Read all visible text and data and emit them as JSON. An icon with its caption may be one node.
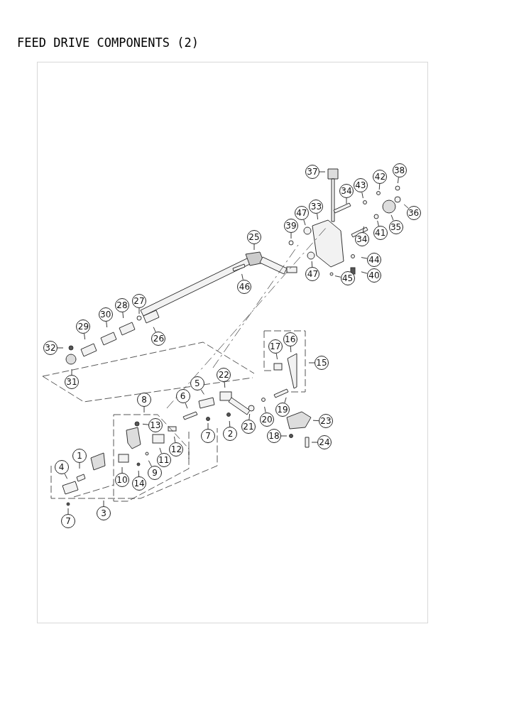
{
  "diagram": {
    "title": "FEED DRIVE COMPONENTS (2)",
    "nodes": [
      {
        "text": [
          "37"
        ]
      },
      {
        "text": [
          "34"
        ]
      },
      {
        "text": [
          "43"
        ]
      },
      {
        "text": [
          "42"
        ]
      },
      {
        "text": [
          "38"
        ]
      },
      {
        "text": [
          "36"
        ]
      },
      {
        "text": [
          "35"
        ]
      },
      {
        "text": [
          "41"
        ]
      },
      {
        "text": [
          "34"
        ]
      },
      {
        "text": [
          "44"
        ]
      },
      {
        "text": [
          "40"
        ]
      },
      {
        "text": [
          "45"
        ]
      },
      {
        "text": [
          "47"
        ]
      },
      {
        "text": [
          "33"
        ]
      },
      {
        "text": [
          "39"
        ]
      },
      {
        "text": [
          "47"
        ]
      },
      {
        "text": [
          "25"
        ]
      },
      {
        "text": [
          "46"
        ]
      },
      {
        "text": [
          "27"
        ]
      },
      {
        "text": [
          "26"
        ]
      },
      {
        "text": [
          "28"
        ]
      },
      {
        "text": [
          "30"
        ]
      },
      {
        "text": [
          "29"
        ]
      },
      {
        "text": [
          "32"
        ]
      },
      {
        "text": [
          "31"
        ]
      },
      {
        "text": [
          "16"
        ]
      },
      {
        "text": [
          "17"
        ]
      },
      {
        "text": [
          "15"
        ]
      },
      {
        "text": [
          "22"
        ]
      },
      {
        "text": [
          "5"
        ]
      },
      {
        "text": [
          "6"
        ]
      },
      {
        "text": [
          "7"
        ]
      },
      {
        "text": [
          "2"
        ]
      },
      {
        "text": [
          "21"
        ]
      },
      {
        "text": [
          "20"
        ]
      },
      {
        "text": [
          "19"
        ]
      },
      {
        "text": [
          "23"
        ]
      },
      {
        "text": [
          "18"
        ]
      },
      {
        "text": [
          "24"
        ]
      },
      {
        "text": [
          "8"
        ]
      },
      {
        "text": [
          "13"
        ]
      },
      {
        "text": [
          "12"
        ]
      },
      {
        "text": [
          "11"
        ]
      },
      {
        "text": [
          "9"
        ]
      },
      {
        "text": [
          "10"
        ]
      },
      {
        "text": [
          "14"
        ]
      },
      {
        "text": [
          "1"
        ]
      },
      {
        "text": [
          "4"
        ]
      },
      {
        "text": [
          "3"
        ]
      },
      {
        "text": [
          "7"
        ]
      }
    ],
    "edges": [
      {
        "from": 0,
        "to": null,
        "arrow": "none"
      },
      {
        "from": 1,
        "to": null,
        "arrow": "none"
      },
      {
        "from": 2,
        "to": null,
        "arrow": "none"
      },
      {
        "from": 3,
        "to": null,
        "arrow": "none"
      },
      {
        "from": 4,
        "to": null,
        "arrow": "none"
      },
      {
        "from": 5,
        "to": null,
        "arrow": "none"
      },
      {
        "from": 6,
        "to": null,
        "arrow": "none"
      },
      {
        "from": 7,
        "to": null,
        "arrow": "none"
      },
      {
        "from": 8,
        "to": null,
        "arrow": "none"
      },
      {
        "from": 9,
        "to": null,
        "arrow": "none"
      },
      {
        "from": 10,
        "to": null,
        "arrow": "none"
      },
      {
        "from": 11,
        "to": null,
        "arrow": "none"
      },
      {
        "from": 12,
        "to": null,
        "arrow": "none"
      },
      {
        "from": 13,
        "to": null,
        "arrow": "none"
      },
      {
        "from": 14,
        "to": null,
        "arrow": "none"
      },
      {
        "from": 15,
        "to": null,
        "arrow": "none"
      },
      {
        "from": 16,
        "to": null,
        "arrow": "none"
      },
      {
        "from": 17,
        "to": null,
        "arrow": "none"
      },
      {
        "from": 18,
        "to": null,
        "arrow": "none"
      },
      {
        "from": 19,
        "to": null,
        "arrow": "none"
      },
      {
        "from": 20,
        "to": null,
        "arrow": "none"
      },
      {
        "from": 21,
        "to": null,
        "arrow": "none"
      },
      {
        "from": 22,
        "to": null,
        "arrow": "none"
      },
      {
        "from": 23,
        "to": null,
        "arrow": "none"
      },
      {
        "from": 24,
        "to": null,
        "arrow": "none"
      },
      {
        "from": 25,
        "to": null,
        "arrow": "none"
      },
      {
        "from": 26,
        "to": null,
        "arrow": "none"
      },
      {
        "from": 27,
        "to": null,
        "arrow": "none"
      },
      {
        "from": 28,
        "to": null,
        "arrow": "none"
      },
      {
        "from": 29,
        "to": null,
        "arrow": "none"
      },
      {
        "from": 30,
        "to": null,
        "arrow": "none"
      },
      {
        "from": 31,
        "to": null,
        "arrow": "none"
      },
      {
        "from": 32,
        "to": null,
        "arrow": "none"
      },
      {
        "from": 33,
        "to": null,
        "arrow": "none"
      },
      {
        "from": 34,
        "to": null,
        "arrow": "none"
      },
      {
        "from": 35,
        "to": null,
        "arrow": "none"
      },
      {
        "from": 36,
        "to": null,
        "arrow": "none"
      },
      {
        "from": 37,
        "to": null,
        "arrow": "none"
      },
      {
        "from": 38,
        "to": null,
        "arrow": "none"
      },
      {
        "from": 39,
        "to": null,
        "arrow": "none"
      },
      {
        "from": 40,
        "to": null,
        "arrow": "none"
      },
      {
        "from": 41,
        "to": null,
        "arrow": "none"
      },
      {
        "from": 42,
        "to": null,
        "arrow": "none"
      },
      {
        "from": 43,
        "to": null,
        "arrow": "none"
      },
      {
        "from": 44,
        "to": null,
        "arrow": "none"
      },
      {
        "from": 45,
        "to": null,
        "arrow": "none"
      },
      {
        "from": 46,
        "to": null,
        "arrow": "none"
      },
      {
        "from": 47,
        "to": null,
        "arrow": "none"
      },
      {
        "from": 48,
        "to": null,
        "arrow": "none"
      },
      {
        "from": 49,
        "to": null,
        "arrow": "none"
      }
    ]
  }
}
